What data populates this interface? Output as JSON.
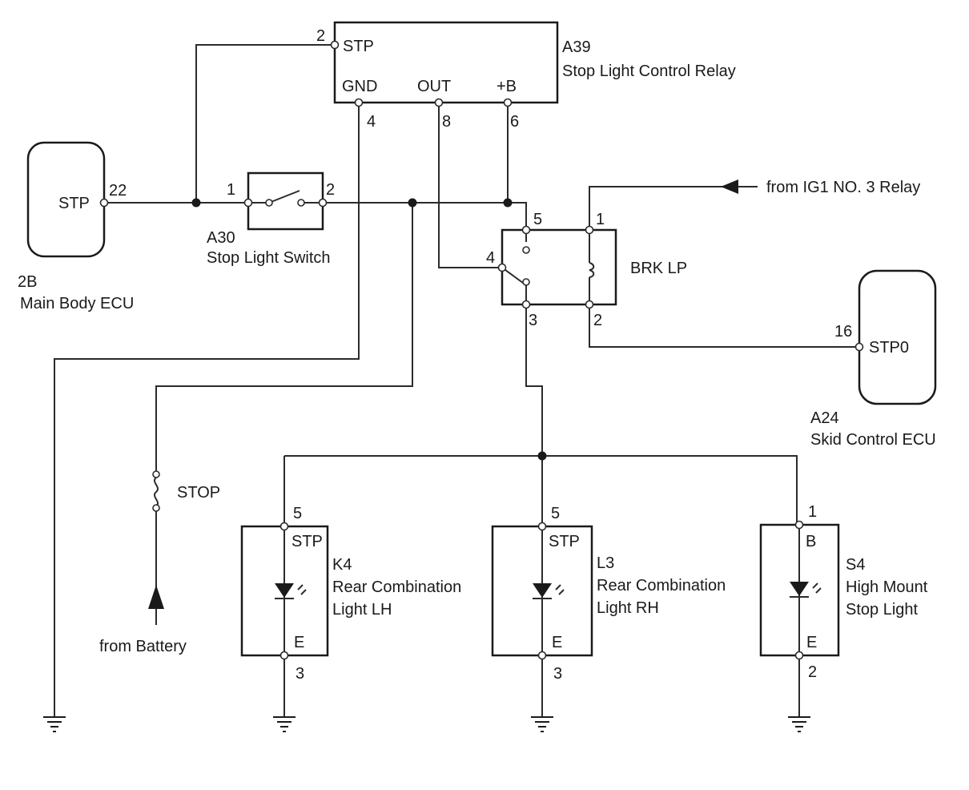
{
  "relay": {
    "code": "A39",
    "name": "Stop Light Control Relay",
    "terminals": {
      "stp": "STP",
      "gnd": "GND",
      "out": "OUT",
      "b": "+B"
    },
    "pins": {
      "stp": "2",
      "gnd": "4",
      "out": "8",
      "b": "6"
    }
  },
  "main_body_ecu": {
    "code": "2B",
    "name": "Main Body ECU",
    "terminal": "STP",
    "pin": "22"
  },
  "stop_switch": {
    "code": "A30",
    "name": "Stop Light Switch",
    "pin_in": "1",
    "pin_out": "2"
  },
  "brk_lp": {
    "name": "BRK LP",
    "pins": {
      "p5": "5",
      "p1": "1",
      "p4": "4",
      "p3": "3",
      "p2": "2"
    },
    "source": "from IG1 NO. 3 Relay"
  },
  "skid_ecu": {
    "code": "A24",
    "name": "Skid Control ECU",
    "terminal": "STP0",
    "pin": "16"
  },
  "fuse": {
    "name": "STOP",
    "source": "from Battery"
  },
  "lamps": [
    {
      "code": "K4",
      "line1": "Rear Combination",
      "line2": "Light LH",
      "top_terminal": "STP",
      "bottom_terminal": "E",
      "top_pin": "5",
      "bottom_pin": "3"
    },
    {
      "code": "L3",
      "line1": "Rear Combination",
      "line2": "Light RH",
      "top_terminal": "STP",
      "bottom_terminal": "E",
      "top_pin": "5",
      "bottom_pin": "3"
    },
    {
      "code": "S4",
      "line1": "High Mount",
      "line2": "Stop Light",
      "top_terminal": "B",
      "bottom_terminal": "E",
      "top_pin": "1",
      "bottom_pin": "2"
    }
  ]
}
